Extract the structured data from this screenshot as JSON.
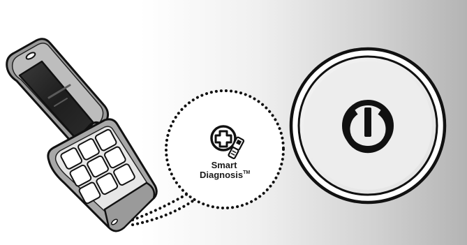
{
  "smart_diagnosis": {
    "line1": "Smart",
    "line2": "Diagnosis",
    "trademark": "TM",
    "icon": "medical-cross-phone-icon"
  },
  "power_button": {
    "icon": "power-icon"
  },
  "phone": {
    "icon": "flip-phone-icon"
  }
}
